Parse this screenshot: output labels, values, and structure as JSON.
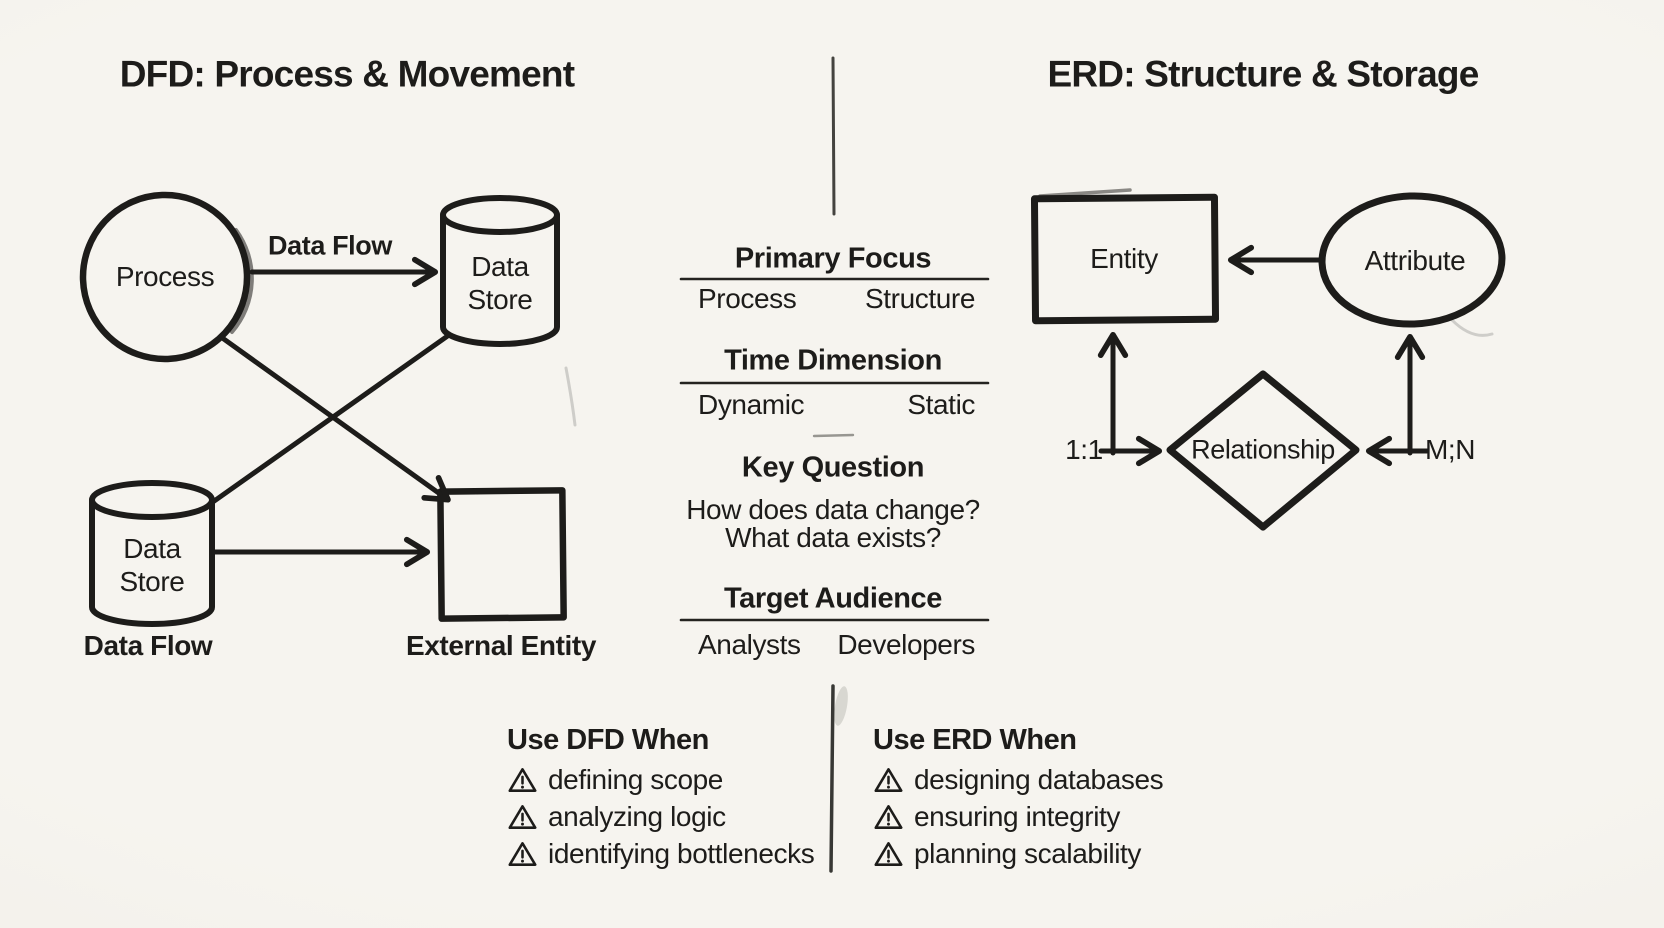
{
  "page": {
    "background": "#f4f2ec",
    "ink": "#1d1c1a"
  },
  "dfd": {
    "title": "DFD: Process & Movement",
    "process_label": "Process",
    "store_top_lines": [
      "Data",
      "Store"
    ],
    "store_bottom_lines": [
      "Data",
      "Store"
    ],
    "flow_edge_label": "Data Flow",
    "store_caption": "Data Flow",
    "entity_caption": "External Entity"
  },
  "erd": {
    "title": "ERD: Structure & Storage",
    "entity_label": "Entity",
    "attribute_label": "Attribute",
    "relationship_label": "Relationship",
    "cardinality_left": "1:1",
    "cardinality_right": "M;N"
  },
  "comparison": {
    "rows": [
      {
        "heading": "Primary Focus",
        "dfd": "Process",
        "erd": "Structure"
      },
      {
        "heading": "Time Dimension",
        "dfd": "Dynamic",
        "erd": "Static"
      },
      {
        "heading": "Key Question",
        "lines": [
          "How does data change?",
          "What data exists?"
        ]
      },
      {
        "heading": "Target Audience",
        "dfd": "Analysts",
        "erd": "Developers"
      }
    ]
  },
  "usage": {
    "dfd": {
      "heading": "Use DFD When",
      "icon": "warning-triangle",
      "items": [
        "defining scope",
        "analyzing logic",
        "identifying bottlenecks"
      ]
    },
    "erd": {
      "heading": "Use ERD When",
      "icon": "warning-triangle",
      "items": [
        "designing databases",
        "ensuring integrity",
        "planning scalability"
      ]
    }
  }
}
